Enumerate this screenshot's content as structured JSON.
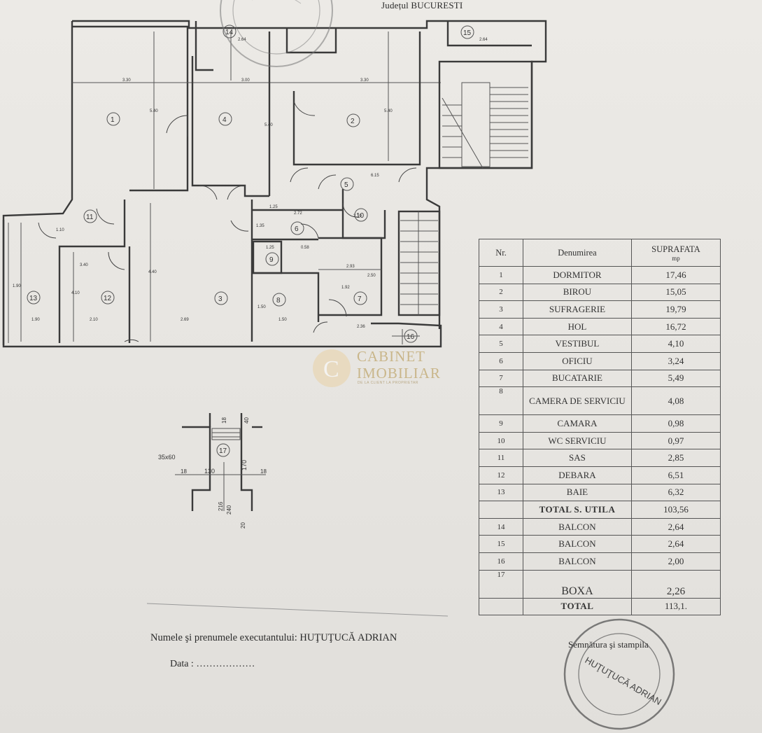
{
  "header": {
    "county": "Județul BUCURESTI"
  },
  "plan": {
    "room_numbers": [
      "1",
      "2",
      "3",
      "4",
      "5",
      "6",
      "7",
      "8",
      "9",
      "10",
      "11",
      "12",
      "13",
      "14",
      "15",
      "16",
      "17"
    ],
    "dimensions": [
      "3.30",
      "3.00",
      "3.30",
      "5.40",
      "5.40",
      "5.40",
      "2.64",
      "2.64",
      "6.15",
      "1.25",
      "2.72",
      "1.35",
      "1.25",
      "0.58",
      "2.93",
      "2.50",
      "1.92",
      "1.50",
      "1.10",
      "2.10",
      "2.69",
      "1.90",
      "2.36",
      "1.90",
      "4.40",
      "4.10",
      "1.50",
      "2.10",
      "3.40"
    ],
    "boxa": {
      "label": "17",
      "dims": [
        "35x60",
        "18",
        "130",
        "18",
        "170",
        "216",
        "240",
        "20",
        "18",
        "40"
      ]
    }
  },
  "table": {
    "headers": {
      "nr": "Nr.",
      "name": "Denumirea",
      "area": "SUPRAFATA",
      "unit": "mp"
    },
    "rows": [
      {
        "nr": "1",
        "name": "DORMITOR",
        "area": "17,46"
      },
      {
        "nr": "2",
        "name": "BIROU",
        "area": "15,05"
      },
      {
        "nr": "3",
        "name": "SUFRAGERIE",
        "area": "19,79"
      },
      {
        "nr": "4",
        "name": "HOL",
        "area": "16,72"
      },
      {
        "nr": "5",
        "name": "VESTIBUL",
        "area": "4,10"
      },
      {
        "nr": "6",
        "name": "OFICIU",
        "area": "3,24"
      },
      {
        "nr": "7",
        "name": "BUCATARIE",
        "area": "5,49"
      },
      {
        "nr": "8",
        "name": "CAMERA DE SERVICIU",
        "area": "4,08"
      },
      {
        "nr": "9",
        "name": "CAMARA",
        "area": "0,98"
      },
      {
        "nr": "10",
        "name": "WC SERVICIU",
        "area": "0,97"
      },
      {
        "nr": "11",
        "name": "SAS",
        "area": "2,85"
      },
      {
        "nr": "12",
        "name": "DEBARA",
        "area": "6,51"
      },
      {
        "nr": "13",
        "name": "BAIE",
        "area": "6,32"
      }
    ],
    "total_util": {
      "name": "TOTAL S. UTILA",
      "area": "103,56"
    },
    "rows2": [
      {
        "nr": "14",
        "name": "BALCON",
        "area": "2,64"
      },
      {
        "nr": "15",
        "name": "BALCON",
        "area": "2,64"
      },
      {
        "nr": "16",
        "name": "BALCON",
        "area": "2,00"
      },
      {
        "nr": "17",
        "name": "BOXA",
        "area": "2,26"
      }
    ],
    "total": {
      "name": "TOTAL",
      "area": "113,1."
    }
  },
  "watermark": {
    "line1": "CABINET",
    "line2": "IMOBILIAR",
    "tag": "DE LA CLIENT LA PROPRIETAR"
  },
  "footer": {
    "executant": "Numele şi prenumele executantului: HUŢUŢUCĂ ADRIAN",
    "date": "Data : ………………",
    "signature": "Semnătura şi stampila"
  },
  "stamp": {
    "text": "HUŢUŢUCĂ ADRIAN"
  }
}
